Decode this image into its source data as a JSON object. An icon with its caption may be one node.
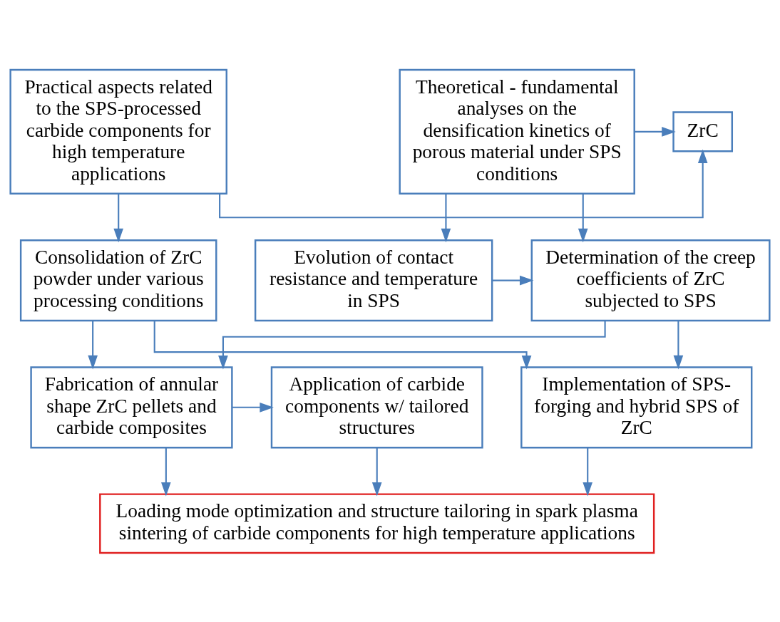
{
  "diagram": {
    "nodes": [
      {
        "text": [
          "Theoretical - fundamental analyses on the densification kinetics of porous material under SPS conditions"
        ]
      },
      {
        "text": [
          "ZrC"
        ]
      },
      {
        "text": [
          "Practical aspects related to the SPS-processed carbide components for high temperature applications"
        ]
      },
      {
        "text": [
          "Evolution of contact resistance and temperature in SPS"
        ]
      },
      {
        "text": [
          "Determination of the creep coefficients of ZrC subjected to SPS"
        ]
      },
      {
        "text": [
          "Consolidation of ZrC powder under various processing conditions"
        ]
      },
      {
        "text": [
          "Implementation of SPS-forging and hybrid SPS of ZrC"
        ]
      },
      {
        "text": [
          "Application of carbide components w/ tailored structures"
        ]
      },
      {
        "text": [
          "Fabrication of annular shape ZrC pellets and carbide composites"
        ]
      },
      {
        "text": [
          "Loading mode optimization and structure tailoring in spark plasma sintering of carbide components for high temperature applications"
        ]
      }
    ],
    "edges": [
      {
        "from": 0,
        "to": 1,
        "arrow": "to"
      },
      {
        "from": 2,
        "to": 1,
        "arrow": "to"
      },
      {
        "from": 0,
        "to": 3,
        "arrow": "to"
      },
      {
        "from": 0,
        "to": 4,
        "arrow": "to"
      },
      {
        "from": 2,
        "to": 5,
        "arrow": "to"
      },
      {
        "from": 3,
        "to": 4,
        "arrow": "to"
      },
      {
        "from": 4,
        "to": 6,
        "arrow": "to"
      },
      {
        "from": 4,
        "to": 8,
        "arrow": "to"
      },
      {
        "from": 5,
        "to": 6,
        "arrow": "to"
      },
      {
        "from": 5,
        "to": 8,
        "arrow": "to"
      },
      {
        "from": 8,
        "to": 7,
        "arrow": "to"
      },
      {
        "from": 6,
        "to": 9,
        "arrow": "to"
      },
      {
        "from": 7,
        "to": 9,
        "arrow": "to"
      },
      {
        "from": 8,
        "to": 9,
        "arrow": "to"
      }
    ]
  }
}
